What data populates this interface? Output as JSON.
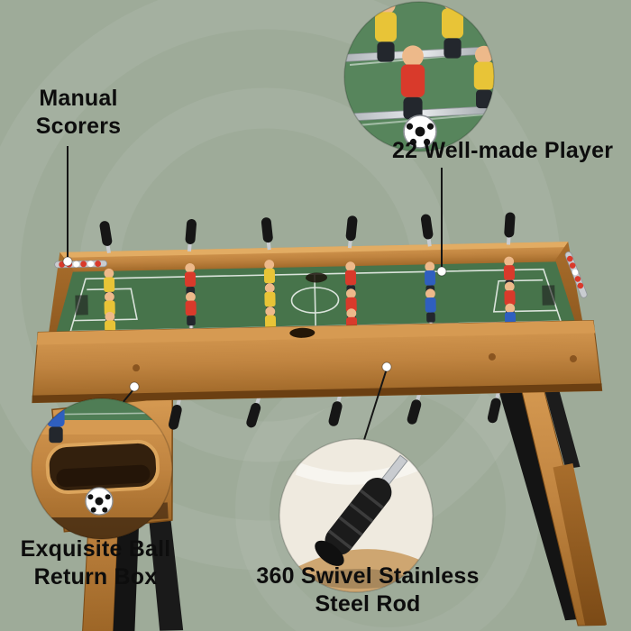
{
  "product": "foosball-table-callout-image",
  "palette": {
    "background": "#9EAB99",
    "wood": "#C08440",
    "wood_light": "#D69A52",
    "wood_dark": "#8F5A22",
    "field_green": "#47744B",
    "inset_green": "#57855C",
    "player_red": "#D93A2B",
    "player_yellow": "#E8C437",
    "player_blue": "#2F5FBF",
    "grip_black": "#161616",
    "rod_silver": "#D7DADD",
    "text": "#0D0D0D",
    "callout_dot": "#FFFFFF",
    "callout_line": "#151515"
  },
  "callouts": {
    "manual_scorers": {
      "line1": "Manual",
      "line2": "Scorers"
    },
    "well_made_player": {
      "line1": "22 Well-made Player"
    },
    "ball_return": {
      "line1": "Exquisite Ball",
      "line2": "Return Box"
    },
    "swivel_rod": {
      "line1": "360 Swivel Stainless",
      "line2": "Steel Rod"
    }
  }
}
